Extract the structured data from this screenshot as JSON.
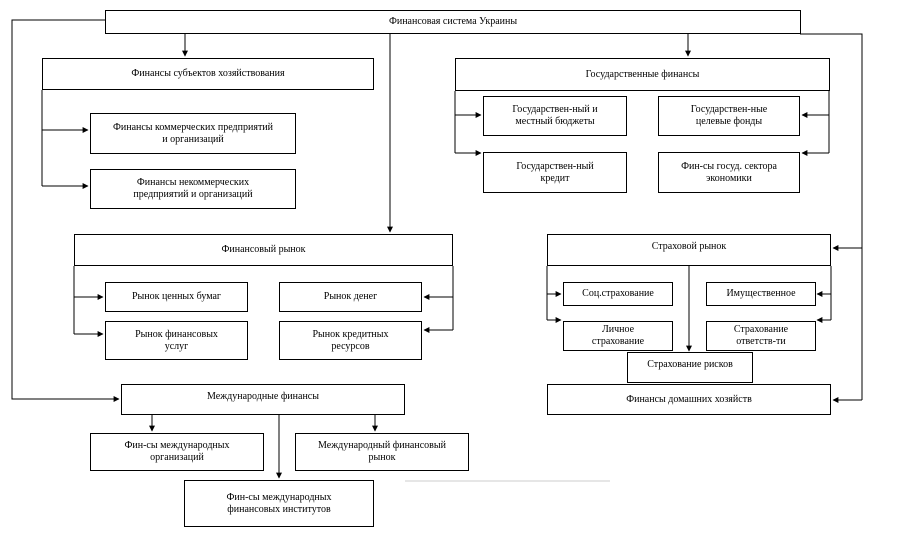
{
  "diagram": {
    "root": "Финансовая система Украины",
    "enterprise_finance": "Финансы субъектов хозяйствования",
    "commercial": "Финансы коммерческих предприятий\nи организаций",
    "noncommercial": "Финансы некоммерческих\nпредприятий и организаций",
    "state_finance": "Государственные финансы",
    "budgets": "Государствен-ный и\nместный бюджеты",
    "target_funds": "Государствен-ные\nцелевые фонды",
    "state_credit": "Государствен-ный\nкредит",
    "state_sector": "Фин-сы госуд. сектора\nэкономики",
    "financial_market": "Финансовый рынок",
    "securities": "Рынок ценных бумаг",
    "money_market": "Рынок денег",
    "services": "Рынок финансовых\nуслуг",
    "credit_resources": "Рынок кредитных\nресурсов",
    "insurance_market": "Страховой рынок",
    "social_insurance": "Соц.страхование",
    "property_insurance": "Имущественное",
    "personal_insurance": "Личное\nстрахование",
    "liability_insurance": "Страхование\nответств-ти",
    "risk_insurance": "Страхование  рисков",
    "households": "Финансы домашних хозяйств",
    "international": "Международные финансы",
    "intl_orgs": "Фин-сы международных\nорганизаций",
    "intl_market": "Международный финансовый\nрынок",
    "intl_institutions": "Фин-сы международных\nфинансовых институтов"
  }
}
